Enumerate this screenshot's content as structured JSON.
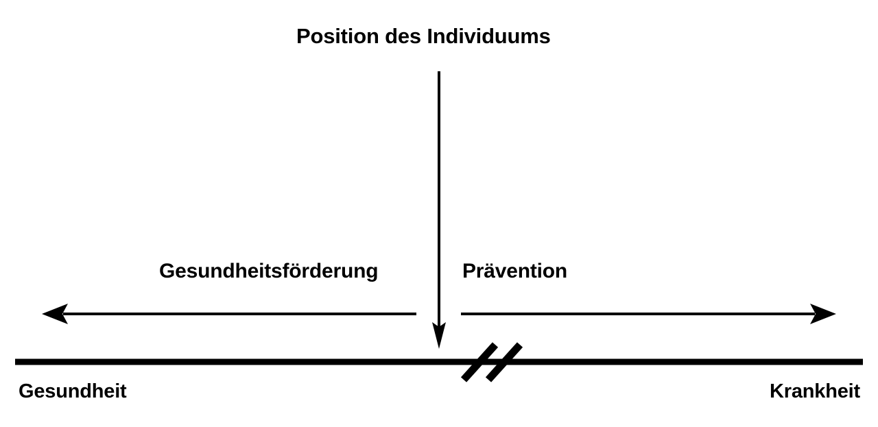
{
  "diagram": {
    "type": "health-illness-continuum",
    "background_color": "#ffffff",
    "stroke_color": "#000000",
    "title": "Position des Individuums",
    "axis": {
      "left_end_label": "Gesundheit",
      "right_end_label": "Krankheit",
      "break_marker": "double-slash"
    },
    "directions": {
      "left_label": "Gesundheitsförderung",
      "right_label": "Prävention"
    }
  }
}
